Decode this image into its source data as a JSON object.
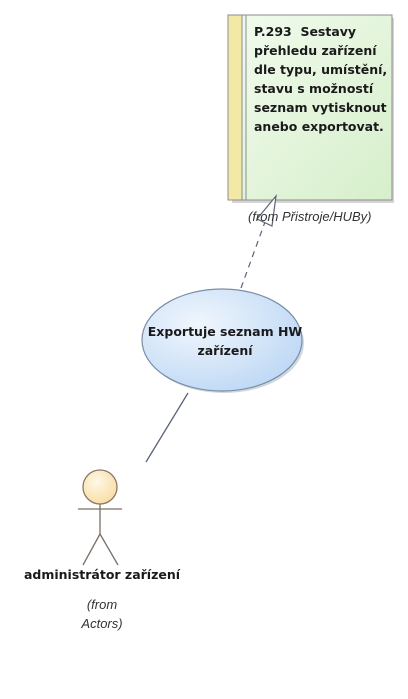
{
  "requirement": {
    "code": "P.293",
    "text": "Sestavy přehledu zařízení dle typu, umístění, stavu s možností seznam vytisknout anebo exportovat.",
    "from": "(from Přistroje/HUBy)"
  },
  "use_case": {
    "label": "Exportuje seznam HW zařízení"
  },
  "actor": {
    "name": "administrátor zařízení",
    "from_line1": "(from",
    "from_line2": "Actors)"
  },
  "colors": {
    "requirement_fill": "#e4f6dc",
    "requirement_border": "#8c8c8c",
    "requirement_strip": "#f3e9a6",
    "use_case_fill": "#c4dcf6",
    "use_case_border": "#7a8ea6",
    "actor_head": "#fde9c2",
    "line": "#5a6478"
  }
}
